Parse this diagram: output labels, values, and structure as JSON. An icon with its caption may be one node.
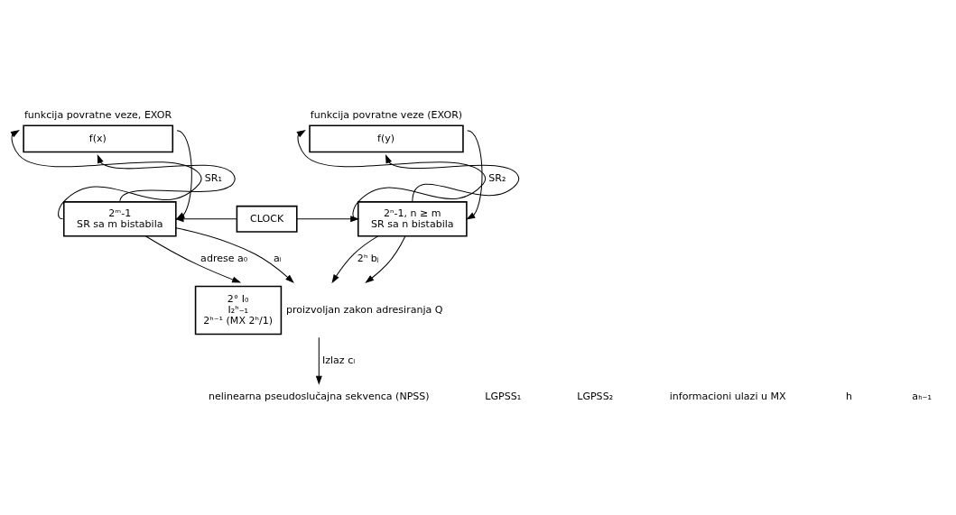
{
  "diagram": {
    "nodes": [
      {
        "text": [
          "f(x)"
        ],
        "beside": [
          "funkcija povratne veze, EXOR"
        ]
      },
      {
        "text": [
          "2ᵐ-1",
          "SR sa m bistabila"
        ]
      },
      {
        "text": [
          "CLOCK"
        ]
      },
      {
        "text": [
          "f(y)"
        ],
        "beside": [
          "funkcija povratne veze (EXOR)"
        ]
      },
      {
        "text": [
          "2ⁿ-1, n ≥ m",
          "SR sa n bistabila"
        ]
      },
      {
        "text": [
          "2° I₀",
          "I₂ʰ₋₁",
          "2ʰ⁻¹ (MX 2ʰ/1)"
        ],
        "beside": [
          "proizvoljan zakon adresiranja Q"
        ]
      },
      {
        "text": [
          "nelinearna pseudoslučajna sekvenca (NPSS)"
        ]
      }
    ],
    "edges": [
      {
        "from": 1,
        "to": 0,
        "arrow": "to",
        "label": "SR₁"
      },
      {
        "from": 1,
        "to": 0,
        "arrow": "to"
      },
      {
        "from": 0,
        "to": 1,
        "arrow": "to"
      },
      {
        "from": 2,
        "to": 1,
        "arrow": "to"
      },
      {
        "from": 2,
        "to": 4,
        "arrow": "to"
      },
      {
        "from": 4,
        "to": 3,
        "arrow": "to",
        "label": "SR₂"
      },
      {
        "from": 4,
        "to": 3,
        "arrow": "to"
      },
      {
        "from": 3,
        "to": 4,
        "arrow": "to"
      },
      {
        "from": 4,
        "to": 5,
        "arrow": "to",
        "label": "2ʰ bⱼ"
      },
      {
        "from": 4,
        "to": 5,
        "arrow": "to"
      },
      {
        "from": 1,
        "to": 5,
        "arrow": "to",
        "label": "adrese a₀"
      },
      {
        "from": 1,
        "to": 5,
        "arrow": "to",
        "label": "aᵢ"
      },
      {
        "from": 5,
        "to": 6,
        "arrow": "to",
        "label": "Izlaz cₗ"
      }
    ],
    "labels": [
      "LGPSS₁",
      "LGPSS₂",
      "informacioni ulazi u MX",
      "h",
      "aₕ₋₁"
    ]
  }
}
